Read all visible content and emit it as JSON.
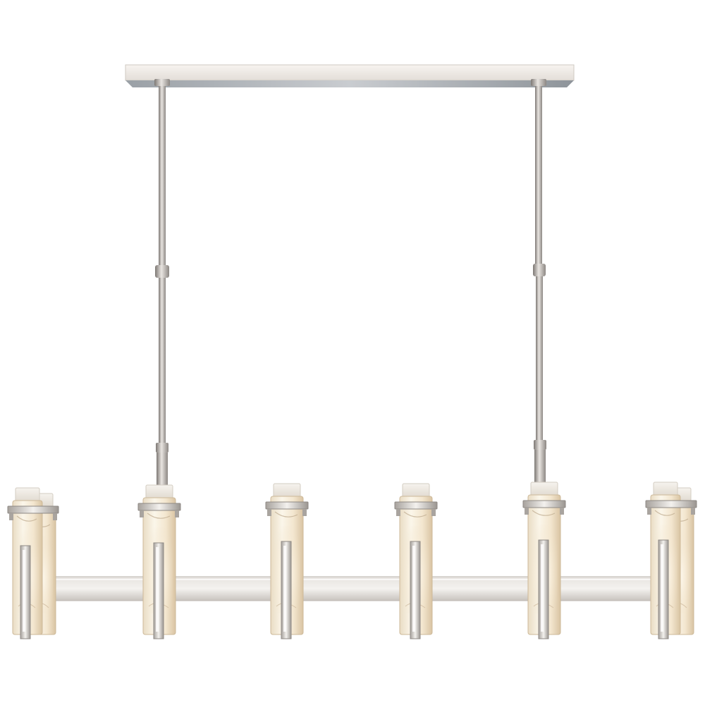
{
  "image": {
    "subject": "linear-chandelier",
    "background_color": "#ffffff",
    "colors": {
      "metal_light": "#f1eeea",
      "metal_mid": "#cfcac4",
      "metal_dark": "#8f8a86",
      "shade_glow": "#f8f2e4",
      "shade_warm": "#ecd9bd",
      "shade_vein": "#b9a389"
    },
    "counts": {
      "downrods": 2,
      "light_modules": 6
    }
  }
}
